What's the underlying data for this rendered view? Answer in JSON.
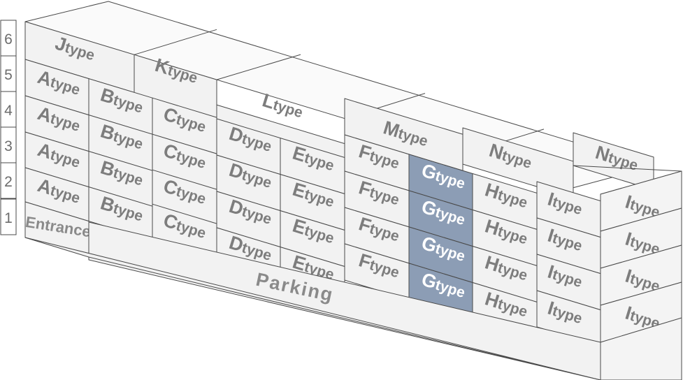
{
  "floors": [
    "1",
    "2",
    "3",
    "4",
    "5",
    "6"
  ],
  "units": {
    "A": {
      "letter": "A",
      "suffix": "type"
    },
    "B": {
      "letter": "B",
      "suffix": "type"
    },
    "C": {
      "letter": "C",
      "suffix": "type"
    },
    "D": {
      "letter": "D",
      "suffix": "type"
    },
    "E": {
      "letter": "E",
      "suffix": "type"
    },
    "F": {
      "letter": "F",
      "suffix": "type"
    },
    "G": {
      "letter": "G",
      "suffix": "type"
    },
    "H": {
      "letter": "H",
      "suffix": "type"
    },
    "I": {
      "letter": "I",
      "suffix": "type"
    },
    "J": {
      "letter": "J",
      "suffix": "type"
    },
    "K": {
      "letter": "K",
      "suffix": "type"
    },
    "L": {
      "letter": "L",
      "suffix": "type"
    },
    "M": {
      "letter": "M",
      "suffix": "type"
    },
    "N": {
      "letter": "N",
      "suffix": "type"
    }
  },
  "entrance_label": "Entrance",
  "parking_label": "Parking",
  "highlighted_unit": "G",
  "colors": {
    "highlight": "#8c9db5",
    "face": "#f2f2f2",
    "outline": "#4a4a4a",
    "label": "#7d7d7d"
  }
}
